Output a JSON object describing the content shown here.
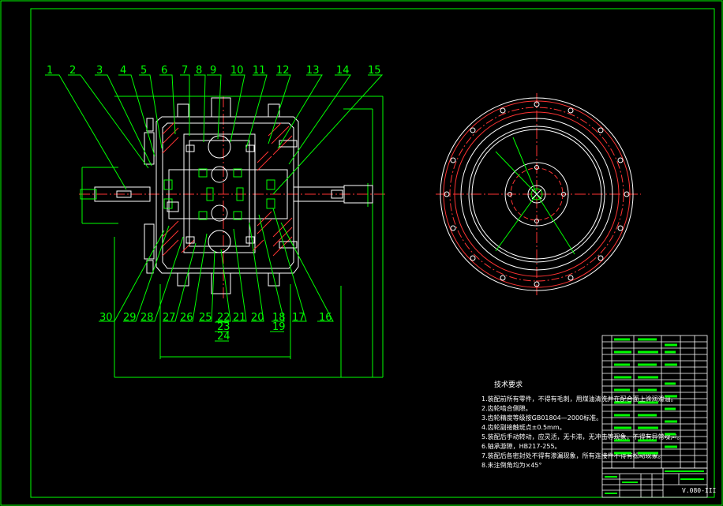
{
  "drawing": {
    "part_labels_top": [
      "1",
      "2",
      "3",
      "4",
      "5",
      "6",
      "7",
      "8",
      "9",
      "10",
      "11",
      "12",
      "13",
      "14",
      "15"
    ],
    "part_labels_bottom": [
      "30",
      "29",
      "28",
      "27",
      "26",
      "25",
      "22",
      "21",
      "20",
      "18",
      "17",
      "16"
    ],
    "part_labels_stacked_23": "23",
    "part_labels_stacked_24": "24",
    "part_labels_stacked_19": "19",
    "notes_title": "技术要求",
    "notes": [
      "1.装配前所有零件，不得有毛刺，用煤油清洗并在配合面上涂润滑油。",
      "2.齿轮啮合侧隙。",
      "3.齿轮精度等级按GB01804—2000标准。",
      "4.齿轮副接触斑点±0.5mm。",
      "5.装配后手动转动，应灵活，无卡滞，无冲击等现象，不得有异常噪声。",
      "6.轴承游隙，HB217-255。",
      "7.装配后各密封处不得有渗漏现象，所有连接件不得有松动现象。",
      "8.未注倒角均为×45°"
    ],
    "drawing_code": "V.080-III"
  }
}
